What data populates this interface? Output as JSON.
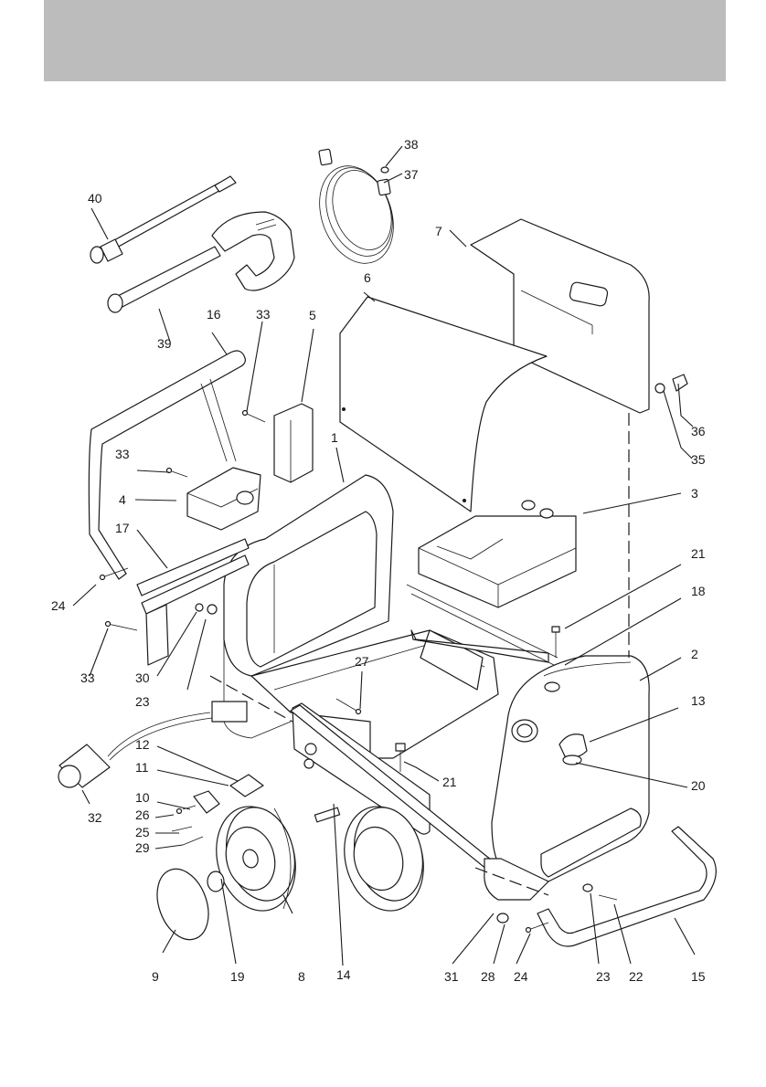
{
  "header": {
    "color": "#bcbcbc"
  },
  "diagram": {
    "type": "exploded-parts-view",
    "callouts": {
      "c1": "1",
      "c2": "2",
      "c3": "3",
      "c4": "4",
      "c5": "5",
      "c6": "6",
      "c7": "7",
      "c8": "8",
      "c9": "9",
      "c10": "10",
      "c11": "11",
      "c12": "12",
      "c13": "13",
      "c14": "14",
      "c15": "15",
      "c16": "16",
      "c17": "17",
      "c18": "18",
      "c19": "19",
      "c20": "20",
      "c21a": "21",
      "c21b": "21",
      "c22": "22",
      "c23a": "23",
      "c23b": "23",
      "c24a": "24",
      "c24b": "24",
      "c25": "25",
      "c26": "26",
      "c27": "27",
      "c28": "28",
      "c29": "29",
      "c30": "30",
      "c31": "31",
      "c32": "32",
      "c33a": "33",
      "c33b": "33",
      "c33c": "33",
      "c35": "35",
      "c36": "36",
      "c37": "37",
      "c38": "38",
      "c39": "39",
      "c40": "40"
    }
  }
}
